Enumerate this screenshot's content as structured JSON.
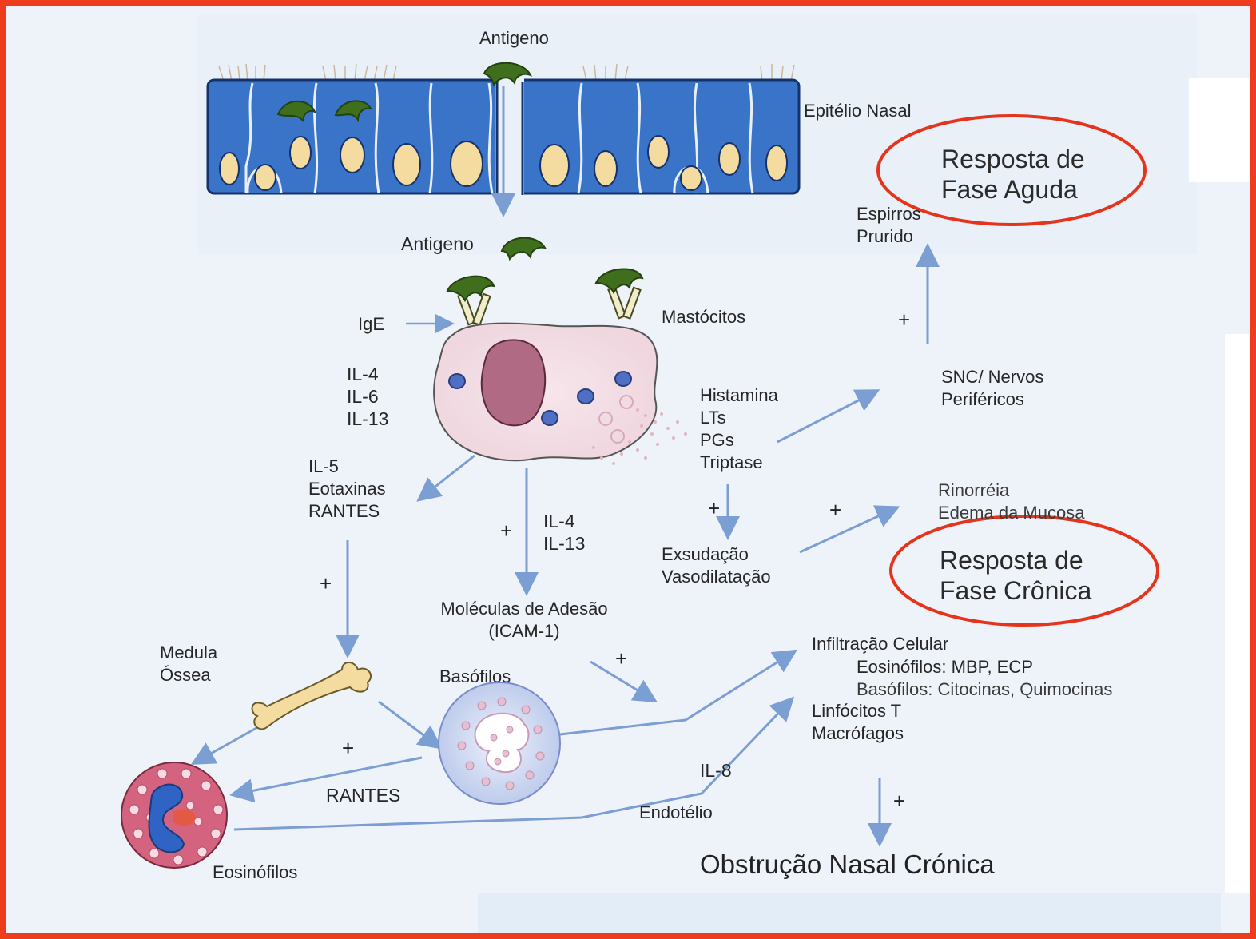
{
  "title_labels": {
    "antigen_top": "Antigeno",
    "epithelium": "Epitélio Nasal",
    "antigen_mid": "Antigeno",
    "mast_cells": "Mastócitos",
    "ige": "IgE"
  },
  "response_acute": [
    "Resposta de",
    "Fase Aguda"
  ],
  "response_chronic": [
    "Resposta de",
    "Fase Crônica"
  ],
  "mediators_left": [
    "IL-4",
    "IL-6",
    "IL-13"
  ],
  "mediators_eos": [
    "IL-5",
    "Eotaxinas",
    "RANTES"
  ],
  "mediators_mast": [
    "Histamina",
    "LTs",
    "PGs",
    "Triptase"
  ],
  "cytokines_down": [
    "IL-4",
    "IL-13"
  ],
  "symptoms_acute": [
    "Espirros",
    "Prurido"
  ],
  "cns": [
    "SNC/ Nervos",
    "Periféricos"
  ],
  "symptoms_secretion": [
    "Rinorréia",
    "Edema da Mucosa"
  ],
  "exudation": [
    "Exsudação",
    "Vasodilatação"
  ],
  "adhesion": [
    "Moléculas de Adesão",
    "(ICAM-1)"
  ],
  "bone_marrow": [
    "Medula",
    "Óssea"
  ],
  "basophils": "Basófilos",
  "eosinophils": "Eosinófilos",
  "rantes_bottom": "RANTES",
  "il8": "IL-8",
  "endothelium": "Endotélio",
  "infiltration": {
    "header": "Infiltração Celular",
    "lines": [
      "Eosinófilos: MBP, ECP",
      "Basófilos: Citocinas, Quimocinas"
    ],
    "extra": [
      "Linfócitos T",
      "Macrófagos"
    ]
  },
  "outcome": "Obstrução Nasal Crónica",
  "plus_sign": "+",
  "colors": {
    "frame": "#ef3b1e",
    "arrow": "#7b9ed3",
    "epithelium": "#3a74c8",
    "nucleus_light": "#f4dca0",
    "antigen": "#3f6f1c",
    "ellipse": "#e5331c"
  }
}
